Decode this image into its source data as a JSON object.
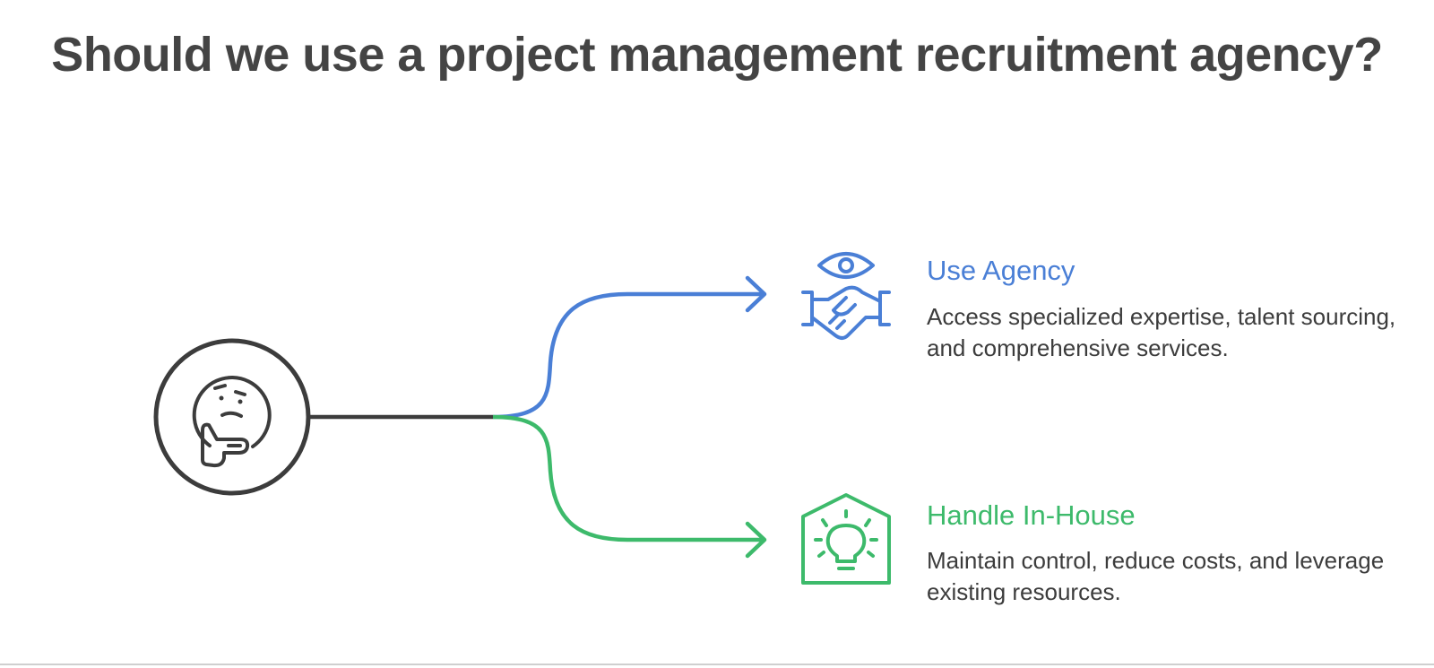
{
  "title": "Should we use a project management recruitment agency?",
  "colors": {
    "title": "#444444",
    "stem": "#3c3c3c",
    "option_1": "#4a7fd6",
    "option_2": "#3dba6b"
  },
  "decision_icon": "thinking-face-icon",
  "options": [
    {
      "title": "Use Agency",
      "description": "Access specialized expertise, talent sourcing, and comprehensive services.",
      "icon": "handshake-eye-icon"
    },
    {
      "title": "Handle In-House",
      "description": "Maintain control, reduce costs, and leverage existing resources.",
      "icon": "house-lightbulb-icon"
    }
  ]
}
